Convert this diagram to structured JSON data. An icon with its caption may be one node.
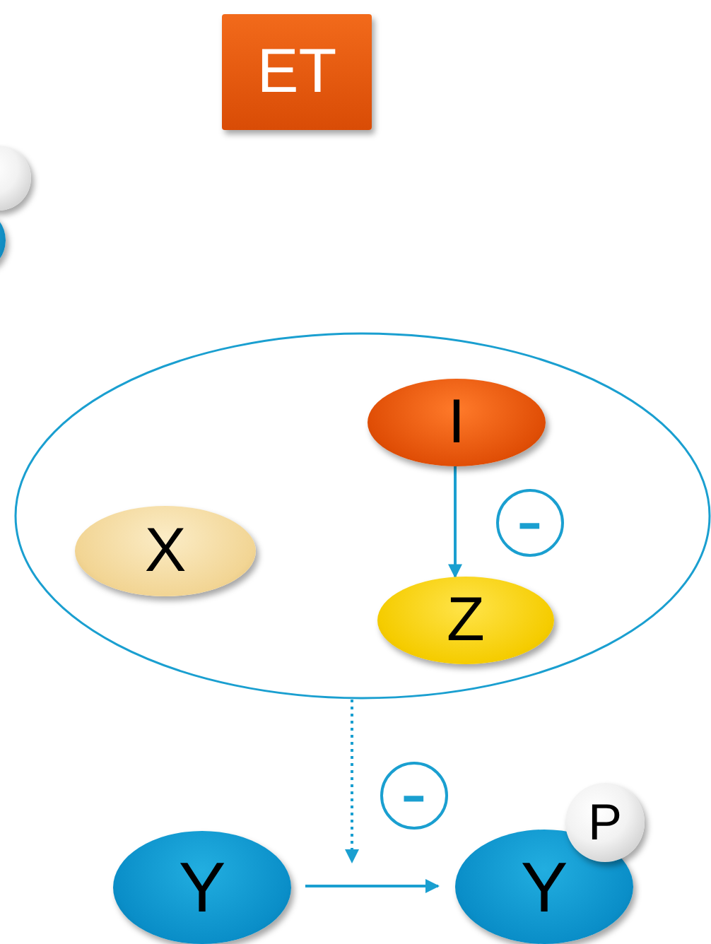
{
  "diagram": {
    "nodes": [
      {
        "text": [
          "ET"
        ]
      },
      {
        "text": [],
        "shape": "circle"
      },
      {
        "text": [],
        "shape": "ellipse"
      },
      {
        "text": [],
        "shape": "ellipse"
      },
      {
        "text": [
          "I"
        ],
        "in": 3
      },
      {
        "text": [
          "X"
        ],
        "in": 3
      },
      {
        "text": [
          "-"
        ],
        "in": 3
      },
      {
        "text": [
          "Z"
        ],
        "in": 3
      },
      {
        "text": [
          "-"
        ]
      },
      {
        "text": [
          "Y"
        ]
      },
      {
        "text": [
          "Y"
        ]
      },
      {
        "text": [
          "P"
        ]
      }
    ],
    "edges": [
      {
        "from": 4,
        "to": 7,
        "arrow": "to"
      },
      {
        "from": 3,
        "to": null,
        "arrow": "to",
        "style": "dashed"
      },
      {
        "from": 9,
        "to": 10,
        "arrow": "to"
      }
    ]
  }
}
